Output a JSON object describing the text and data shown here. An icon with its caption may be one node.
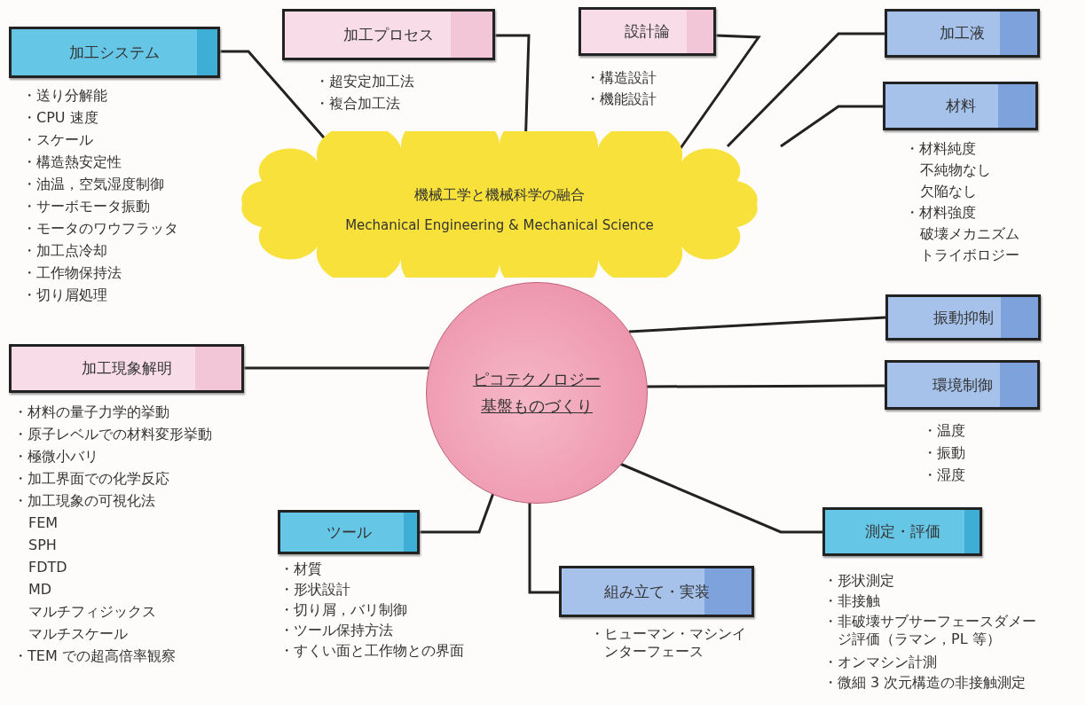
{
  "diagram": {
    "nodes": [
      {
        "text": [
          "機械工学と機械科学の融合",
          "Mechanical Engineering & Mechanical Science"
        ]
      },
      {
        "text": [
          "ピコテクノロジー基盤ものづくり"
        ]
      },
      {
        "text": [
          "加工システム"
        ],
        "beside": [
          "・送り分解能",
          "・CPU 速度",
          "・スケール",
          "・構造熱安定性",
          "・油温，空気湿度制御",
          "・サーボモータ振動",
          "・モータのワウフラッタ",
          "・加工点冷却",
          "・工作物保持法",
          "・切り屑処理"
        ]
      },
      {
        "text": [
          "加工プロセス"
        ],
        "beside": [
          "・超安定加工法",
          "・複合加工法"
        ]
      },
      {
        "text": [
          "設計論"
        ],
        "beside": [
          "・構造設計",
          "・機能設計"
        ]
      },
      {
        "text": [
          "加工液"
        ]
      },
      {
        "text": [
          "材料"
        ],
        "beside": [
          "・材料純度",
          "不純物なし",
          "欠陥なし",
          "・材料強度",
          "破壊メカニズム",
          "トライボロジー"
        ]
      },
      {
        "text": [
          "振動抑制"
        ]
      },
      {
        "text": [
          "環境制御"
        ],
        "beside": [
          "・温度",
          "・振動",
          "・湿度"
        ]
      },
      {
        "text": [
          "測定・評価"
        ],
        "beside": [
          "・形状測定",
          "・非接触",
          "・非破壊サブサーフェースダメージ評価（ラマン，PL 等）",
          "・オンマシン計測",
          "・微細 3 次元構造の非接触測定"
        ]
      },
      {
        "text": [
          "組み立て・実装"
        ],
        "beside": [
          "・ヒューマン・マシンインターフェース"
        ]
      },
      {
        "text": [
          "ツール"
        ],
        "beside": [
          "・材質",
          "・形状設計",
          "・切り屑，バリ制御",
          "・ツール保持方法",
          "・すくい面と工作物との界面"
        ]
      },
      {
        "text": [
          "加工現象解明"
        ],
        "beside": [
          "・材料の量子力学的挙動",
          "・原子レベルでの材料変形挙動",
          "・極微小バリ",
          "・加工界面での化学反応",
          "・加工現象の可視化法",
          "FEM",
          "SPH",
          "FDTD",
          "MD",
          "マルチフィジックス",
          "マルチスケール",
          "・TEM での超高倍率観察"
        ]
      }
    ],
    "edges": [
      {
        "from": 2,
        "to": 0,
        "arrow": "none"
      },
      {
        "from": 3,
        "to": 0,
        "arrow": "none"
      },
      {
        "from": 4,
        "to": 0,
        "arrow": "none"
      },
      {
        "from": 5,
        "to": 0,
        "arrow": "none"
      },
      {
        "from": 6,
        "to": 0,
        "arrow": "none"
      },
      {
        "from": 12,
        "to": 1,
        "arrow": "none"
      },
      {
        "from": 7,
        "to": 1,
        "arrow": "none"
      },
      {
        "from": 8,
        "to": 1,
        "arrow": "none"
      },
      {
        "from": 9,
        "to": 1,
        "arrow": "none"
      },
      {
        "from": 10,
        "to": 1,
        "arrow": "none"
      },
      {
        "from": 11,
        "to": 1,
        "arrow": "none"
      }
    ]
  }
}
